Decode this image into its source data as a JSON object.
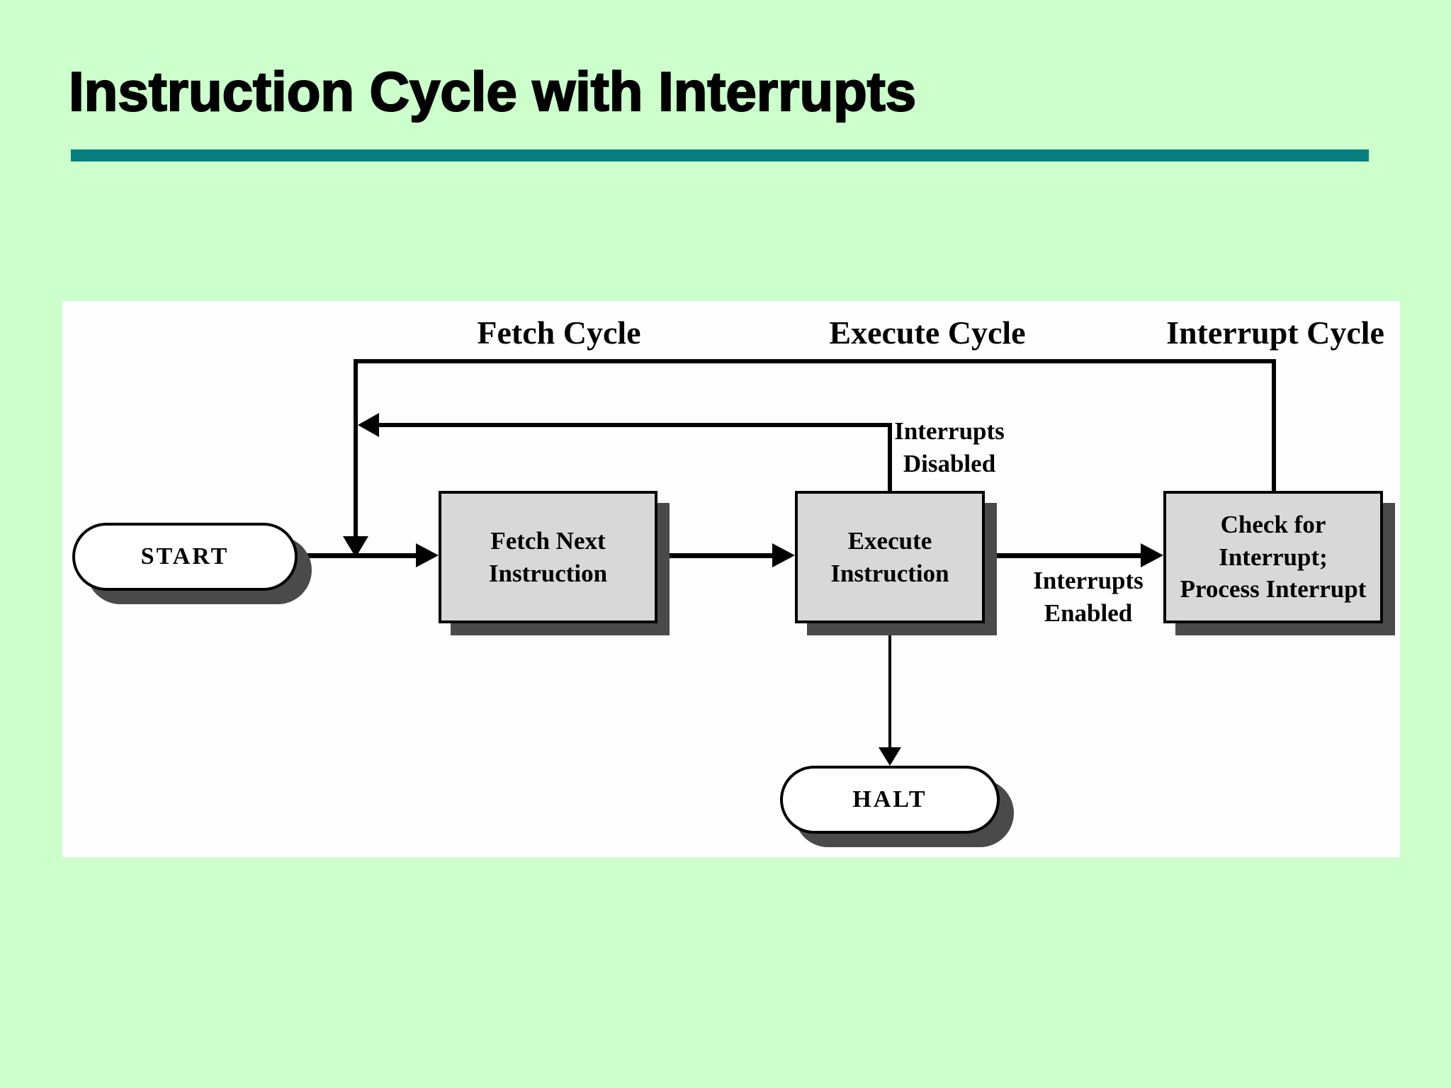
{
  "slide": {
    "title": "Instruction Cycle with Interrupts"
  },
  "colors": {
    "background": "#ccffcc",
    "accent": "#047e7e",
    "panel": "#fefefe",
    "box_fill": "#d8d8d8",
    "shadow": "#4a4a4a",
    "line": "#000000"
  },
  "diagram": {
    "headers": {
      "fetch": "Fetch Cycle",
      "execute": "Execute Cycle",
      "interrupt": "Interrupt Cycle"
    },
    "nodes": {
      "start": "START",
      "fetch_next": "Fetch Next\nInstruction",
      "execute": "Execute\nInstruction",
      "check": "Check for\nInterrupt;\nProcess Interrupt",
      "halt": "HALT"
    },
    "edge_labels": {
      "disabled": "Interrupts\nDisabled",
      "enabled": "Interrupts\nEnabled"
    }
  }
}
